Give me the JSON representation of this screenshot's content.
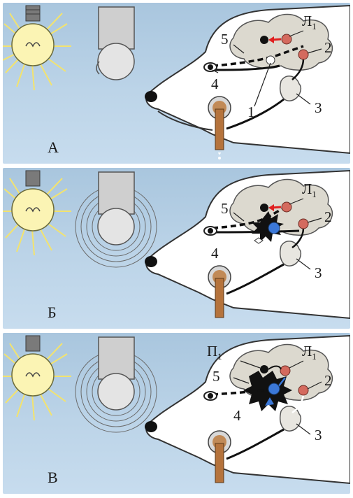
{
  "panels": [
    {
      "label": "А",
      "markers": {
        "L1": "Л",
        "L1_sub": "1",
        "n5": "5",
        "n2": "2",
        "n4": "4",
        "n1": "1",
        "n3": "3"
      }
    },
    {
      "label": "Б",
      "markers": {
        "L1": "Л",
        "L1_sub": "1",
        "n5": "5",
        "n2": "2",
        "n4": "4",
        "n3": "3"
      }
    },
    {
      "label": "В",
      "markers": {
        "P1": "П",
        "P1_sub": "1",
        "L1": "Л",
        "L1_sub": "1",
        "n5": "5",
        "n2": "2",
        "n4": "4",
        "n3": "3"
      }
    }
  ],
  "colors": {
    "background": "#b6cfe4",
    "bulb_glow": "#f5e27a",
    "nerve_center_red": "#d46a5e",
    "nerve_center_blue": "#3b78d8",
    "arrow_red": "#e02020",
    "brain": "#d9d6cc",
    "saliva_tube": "#b5733c"
  }
}
